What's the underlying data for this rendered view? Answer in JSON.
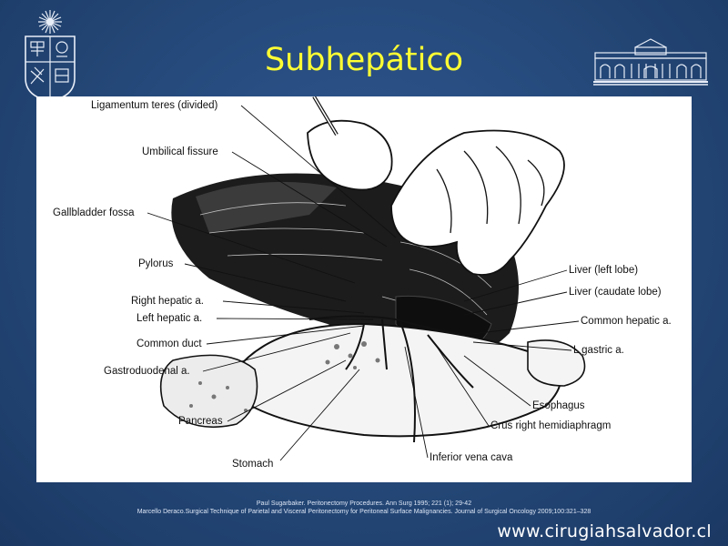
{
  "slide": {
    "title": "Subhepático",
    "labels": {
      "ligamentum_teres": "Ligamentum teres (divided)",
      "umbilical_fissure": "Umbilical fissure",
      "gallbladder_fossa": "Gallbladder fossa",
      "pylorus": "Pylorus",
      "right_hepatic": "Right hepatic a.",
      "left_hepatic": "Left hepatic a.",
      "common_duct": "Common duct",
      "gastroduodenal": "Gastroduodenal a.",
      "pancreas": "Pancreas",
      "stomach": "Stomach",
      "liver_left": "Liver (left lobe)",
      "liver_caudate": "Liver (caudate lobe)",
      "common_hepatic": "Common hepatic a.",
      "l_gastric": "L gastric a.",
      "esophagus": "Esophagus",
      "crus": "Crus right hemidiaphragm",
      "ivc": "Inferior vena cava"
    },
    "references": [
      "Paul Sugarbaker. Peritonectomy Procedures. Ann Surg 1995; 221 (1); 29-42",
      "Marcello Deraco.Surgical Technique of Parietal and Visceral Peritonectomy for Peritoneal Surface Malignancies. Journal of Surgical Oncology 2009;100:321–328"
    ],
    "website": "www.cirugiahsalvador.cl"
  },
  "colors": {
    "background": "#244878",
    "title": "#ffff33",
    "figure_bg": "#ffffff"
  },
  "icons": [
    "university-crest-icon",
    "hospital-building-icon"
  ]
}
